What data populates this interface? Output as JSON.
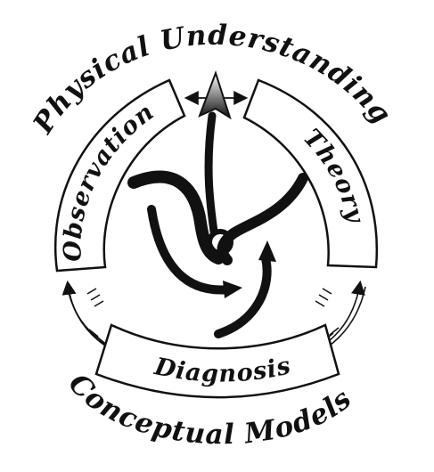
{
  "diagram": {
    "top_arc_text": "Physical Understanding",
    "bottom_arc_text": "Conceptual Models",
    "nodes": {
      "left": "Observation",
      "right": "Theory",
      "bottom": "Diagnosis"
    },
    "colors": {
      "ink": "#111111",
      "background": "#ffffff"
    }
  }
}
